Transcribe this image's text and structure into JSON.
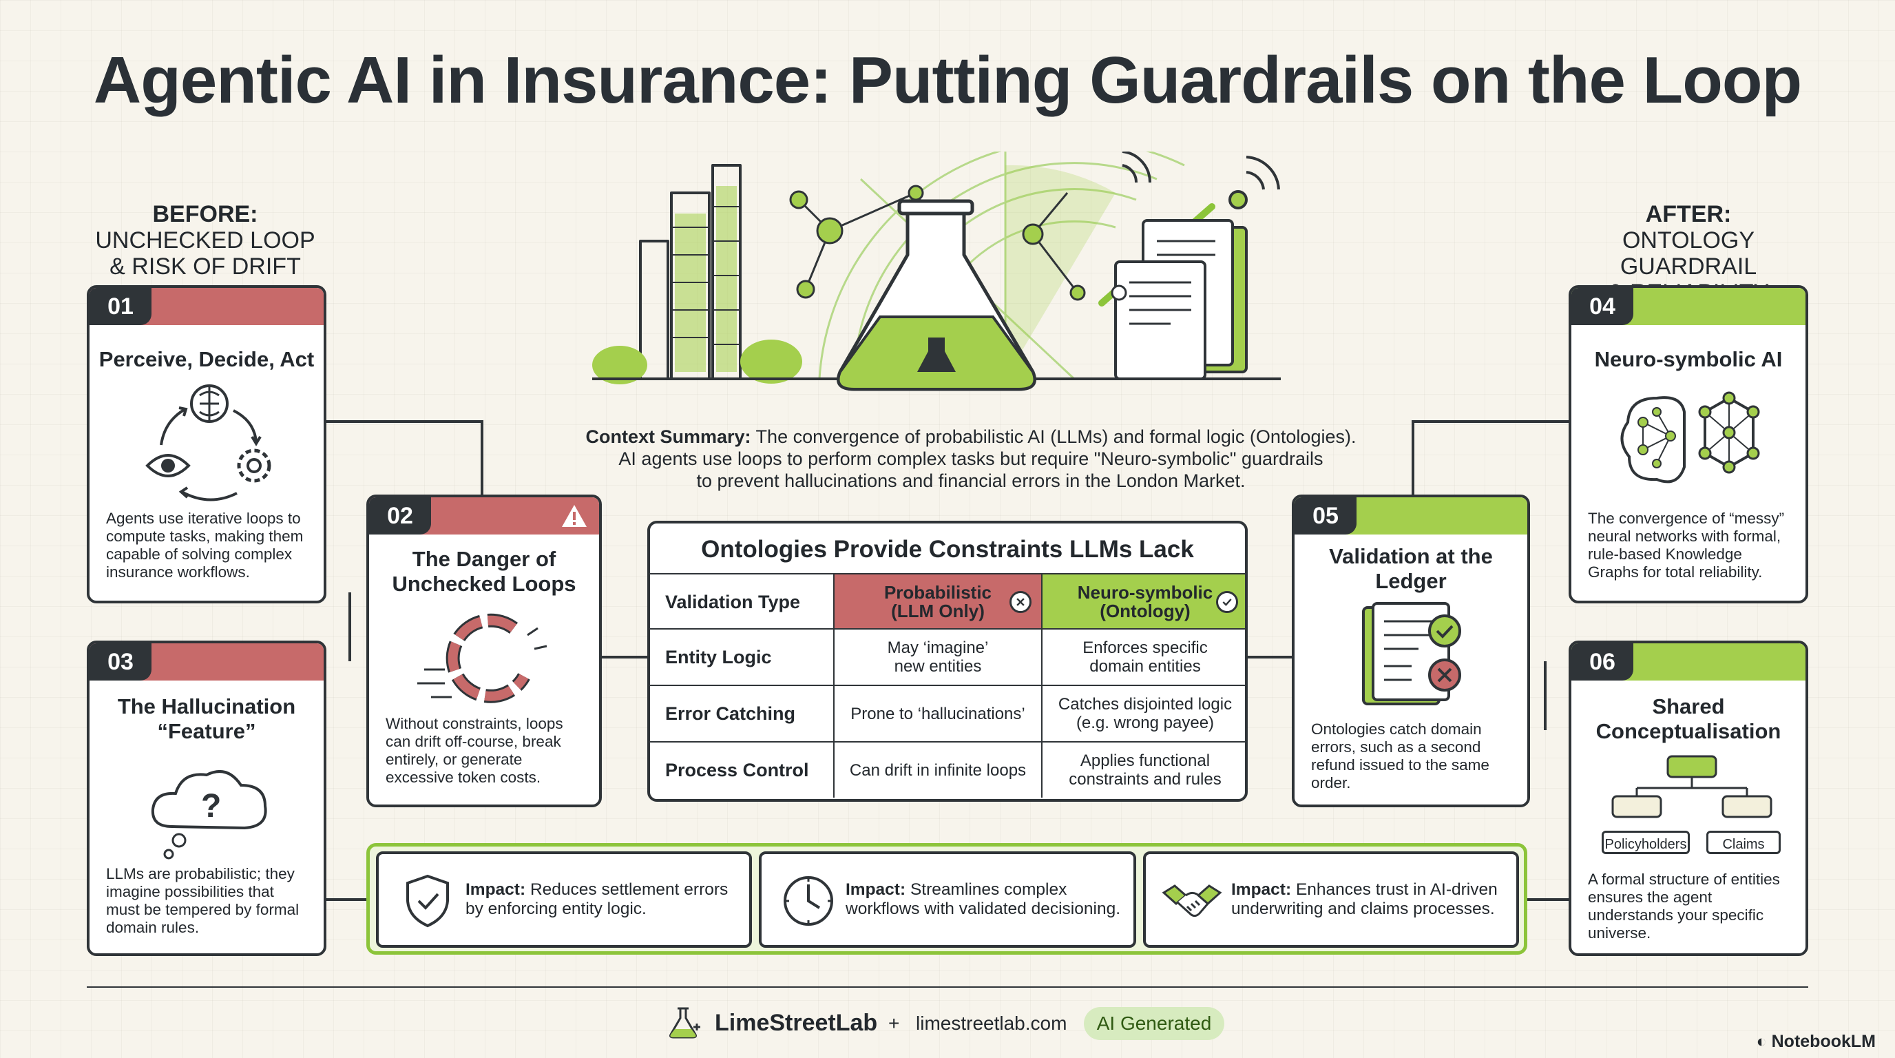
{
  "title": "Agentic AI in Insurance: Putting Guardrails on the Loop",
  "before": {
    "line1": "BEFORE:",
    "line2": "UNCHECKED LOOP",
    "line3": "& RISK OF DRIFT"
  },
  "after": {
    "line1": "AFTER:",
    "line2": "ONTOLOGY GUARDRAIL",
    "line3": "& RELIABILITY"
  },
  "summary": {
    "label": "Context Summary:",
    "line1": " The convergence of probabilistic AI (LLMs) and formal logic (Ontologies).",
    "line2": "AI agents use loops to perform complex tasks but require \"Neuro-symbolic\" guardrails",
    "line3": "to prevent hallucinations and financial errors in the London Market."
  },
  "cards": {
    "c01": {
      "num": "01",
      "title": "Perceive, Decide, Act",
      "text": "Agents use iterative loops to compute tasks, making them capable of solving complex insurance workflows."
    },
    "c02": {
      "num": "02",
      "title_l1": "The Danger of",
      "title_l2": "Unchecked Loops",
      "text": "Without constraints, loops can drift off-course, break entirely, or generate excessive token costs."
    },
    "c03": {
      "num": "03",
      "title_l1": "The Hallucination",
      "title_l2": "“Feature”",
      "text": "LLMs are probabilistic; they imagine possibilities that must be tempered by formal domain rules."
    },
    "c04": {
      "num": "04",
      "title": "Neuro-symbolic AI",
      "text": "The convergence of “messy” neural networks with formal, rule-based Knowledge Graphs for total reliability."
    },
    "c05": {
      "num": "05",
      "title_l1": "Validation at the",
      "title_l2": "Ledger",
      "text": "Ontologies catch domain errors, such as a second refund issued to the same order."
    },
    "c06": {
      "num": "06",
      "title_l1": "Shared",
      "title_l2": "Conceptualisation",
      "text": "A formal structure of entities ensures the agent understands your specific universe.",
      "node_left": "Policyholders",
      "node_right": "Claims"
    }
  },
  "table": {
    "title": "Ontologies Provide Constraints LLMs Lack",
    "header": {
      "c1": "Validation Type",
      "c2_l1": "Probabilistic",
      "c2_l2": "(LLM Only)",
      "c3_l1": "Neuro-symbolic",
      "c3_l2": "(Ontology)"
    },
    "rows": [
      {
        "label": "Entity Logic",
        "llm_l1": "May ‘imagine’",
        "llm_l2": "new entities",
        "onto_l1": "Enforces specific",
        "onto_l2": "domain entities"
      },
      {
        "label": "Error Catching",
        "llm_l1": "Prone to ‘hallucinations’",
        "llm_l2": "",
        "onto_l1": "Catches disjointed logic",
        "onto_l2": "(e.g. wrong payee)"
      },
      {
        "label": "Process Control",
        "llm_l1": "Can drift in infinite loops",
        "llm_l2": "",
        "onto_l1": "Applies functional",
        "onto_l2": "constraints and rules"
      }
    ]
  },
  "impacts": [
    {
      "label": "Impact:",
      "l1": " Reduces settlement errors",
      "l2": "by enforcing entity logic.",
      "icon": "shield-check-icon"
    },
    {
      "label": "Impact:",
      "l1": " Streamlines complex",
      "l2": "workflows with validated decisioning.",
      "icon": "clock-icon"
    },
    {
      "label": "Impact:",
      "l1": " Enhances trust in AI-driven",
      "l2": "underwriting and claims processes.",
      "icon": "handshake-icon"
    }
  ],
  "footer": {
    "brand": "LimeStreetLab",
    "plus": "+",
    "site": "limestreetlab.com",
    "badge": "AI Generated",
    "notebook": "NotebookLM"
  },
  "colors": {
    "red": "#c76a6a",
    "green": "#a4cf4d",
    "dark": "#2f3438",
    "paper": "#f7f4ec"
  }
}
